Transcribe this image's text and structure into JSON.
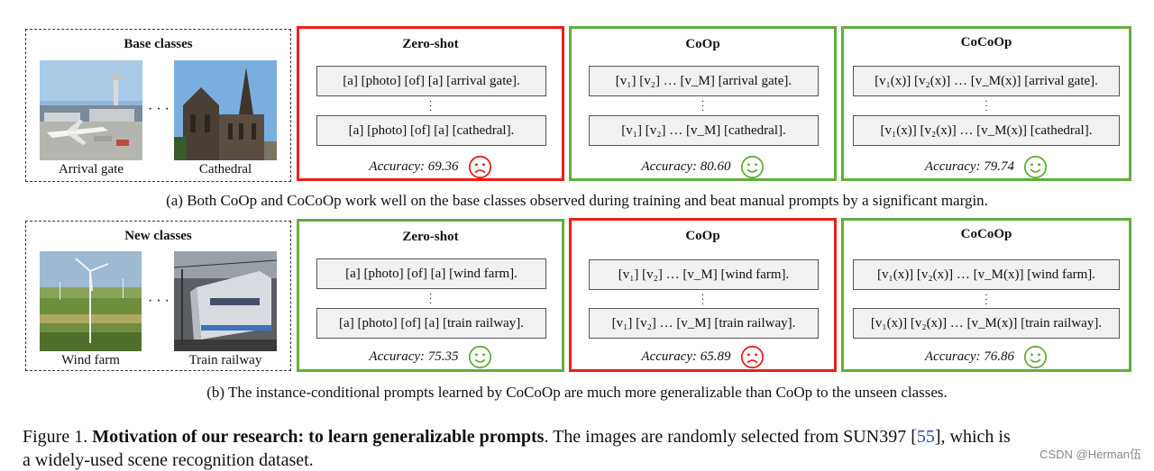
{
  "rows": [
    {
      "images_title": "Base classes",
      "image_labels": [
        "Arrival gate",
        "Cathedral"
      ],
      "hdots": "· · ·",
      "panels": [
        {
          "title": "Zero-shot",
          "prompts": [
            "[a] [photo] [of] [a] [arrival gate].",
            "[a] [photo] [of] [a] [cathedral]."
          ],
          "accuracy": "Accuracy: 69.36",
          "face": "sad",
          "color": "red"
        },
        {
          "title": "CoOp",
          "prompts": [
            "[v₁] [v₂] … [v_M] [arrival gate].",
            "[v₁] [v₂] … [v_M] [cathedral]."
          ],
          "accuracy": "Accuracy: 80.60",
          "face": "happy",
          "color": "green"
        },
        {
          "title": "CoCoOp",
          "prompts": [
            "[v₁(x)] [v₂(x)] … [v_M(x)] [arrival gate].",
            "[v₁(x)] [v₂(x)] … [v_M(x)] [cathedral]."
          ],
          "accuracy": "Accuracy: 79.74",
          "face": "happy",
          "color": "green"
        }
      ],
      "caption": "(a) Both CoOp and CoCoOp work well on the base classes observed during training and beat manual prompts by a significant margin."
    },
    {
      "images_title": "New classes",
      "image_labels": [
        "Wind farm",
        "Train railway"
      ],
      "hdots": "· · ·",
      "panels": [
        {
          "title": "Zero-shot",
          "prompts": [
            "[a] [photo] [of] [a] [wind farm].",
            "[a] [photo] [of] [a] [train railway]."
          ],
          "accuracy": "Accuracy: 75.35",
          "face": "happy",
          "color": "green"
        },
        {
          "title": "CoOp",
          "prompts": [
            "[v₁] [v₂] … [v_M] [wind farm].",
            "[v₁] [v₂] … [v_M] [train railway]."
          ],
          "accuracy": "Accuracy: 65.89",
          "face": "sad",
          "color": "red"
        },
        {
          "title": "CoCoOp",
          "prompts": [
            "[v₁(x)] [v₂(x)] … [v_M(x)] [wind farm].",
            "[v₁(x)] [v₂(x)] … [v_M(x)] [train railway]."
          ],
          "accuracy": "Accuracy: 76.86",
          "face": "happy",
          "color": "green"
        }
      ],
      "caption": "(b) The instance-conditional prompts learned by CoCoOp are much more generalizable than CoOp to the unseen classes."
    }
  ],
  "figure_caption": {
    "label": "Figure 1.",
    "bold": "Motivation of our research: to learn generalizable prompts",
    "rest_before_ref": ". The images are randomly selected from SUN397 [",
    "ref": "55",
    "rest_after_ref": "], which is",
    "line2": "a widely-used scene recognition dataset."
  },
  "watermark": "CSDN @Herman伍",
  "colors": {
    "red": "#e8201b",
    "green": "#63ad3c",
    "prompt_bg": "#f1f1f1"
  }
}
